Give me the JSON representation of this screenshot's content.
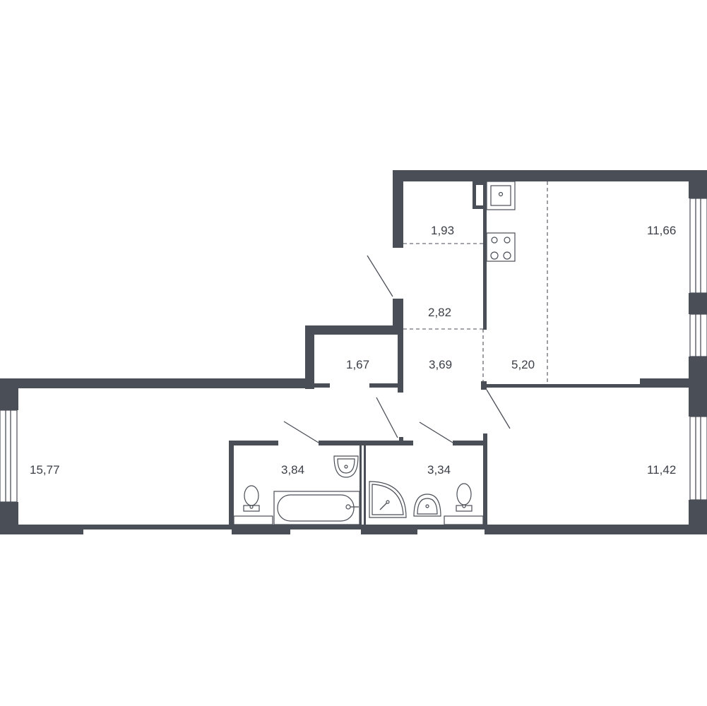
{
  "rooms": [
    {
      "id": "living-room-left",
      "area": "15,77"
    },
    {
      "id": "bathroom",
      "area": "3,84"
    },
    {
      "id": "shower-room",
      "area": "3,34"
    },
    {
      "id": "storage",
      "area": "1,67"
    },
    {
      "id": "hall-upper",
      "area": "1,93"
    },
    {
      "id": "hall-middle",
      "area": "2,82"
    },
    {
      "id": "hall-lower",
      "area": "3,69"
    },
    {
      "id": "kitchen",
      "area": "5,20"
    },
    {
      "id": "room-top-right",
      "area": "11,66"
    },
    {
      "id": "room-bottom-right",
      "area": "11,42"
    }
  ],
  "colors": {
    "wall": "#4a4e57",
    "label": "#3b3f47",
    "background": "#ffffff"
  }
}
